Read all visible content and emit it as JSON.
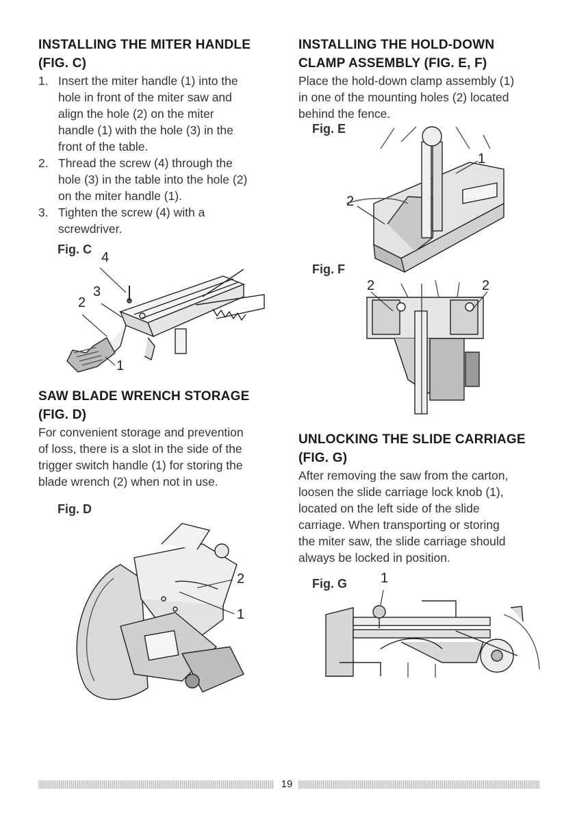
{
  "left": {
    "miter": {
      "title1": "INSTALLING THE MITER HANDLE",
      "title2": "(FIG. C)",
      "steps": [
        {
          "num": "1.",
          "lines": [
            "Insert the miter handle (1) into the",
            "hole in front of the miter saw and",
            "align the hole (2) on the miter",
            "handle (1) with the hole (3) in the",
            "front of the table."
          ]
        },
        {
          "num": "2.",
          "lines": [
            "Thread the screw (4) through the",
            "hole (3) in the table into the hole (2)",
            "on the miter handle (1)."
          ]
        },
        {
          "num": "3.",
          "lines": [
            "Tighten the screw (4) with a",
            "screwdriver."
          ]
        }
      ],
      "fig_label": "Fig. C",
      "callouts": [
        "4",
        "3",
        "2",
        "1"
      ]
    },
    "wrench": {
      "title1": "SAW BLADE WRENCH STORAGE",
      "title2": "(FIG. D)",
      "lines": [
        "For convenient storage and prevention",
        "of loss, there is a slot in the side of the",
        "trigger switch handle (1) for storing the",
        "blade wrench (2) when not in use."
      ],
      "fig_label": "Fig. D",
      "callouts": [
        "2",
        "1"
      ]
    }
  },
  "right": {
    "clamp": {
      "title1": "INSTALLING THE HOLD-DOWN",
      "title2": "CLAMP ASSEMBLY (FIG. E, F)",
      "lines": [
        "Place the hold-down clamp assembly (1)",
        "in one of the mounting holes (2) located",
        "behind the fence."
      ],
      "fig_e_label": "Fig. E",
      "fig_e_callouts": [
        "1",
        "2"
      ],
      "fig_f_label": "Fig. F",
      "fig_f_callouts": [
        "2",
        "2"
      ]
    },
    "slide": {
      "title1": "UNLOCKING THE SLIDE CARRIAGE",
      "title2": "(FIG. G)",
      "lines": [
        "After removing the saw from the carton,",
        "loosen the slide carriage lock knob (1),",
        "located on the left side of the slide",
        "carriage. When transporting or storing",
        "the miter saw, the slide carriage should",
        "always be locked in position."
      ],
      "fig_label": "Fig. G",
      "callouts": [
        "1"
      ]
    }
  },
  "footer": {
    "page_number": "19"
  }
}
